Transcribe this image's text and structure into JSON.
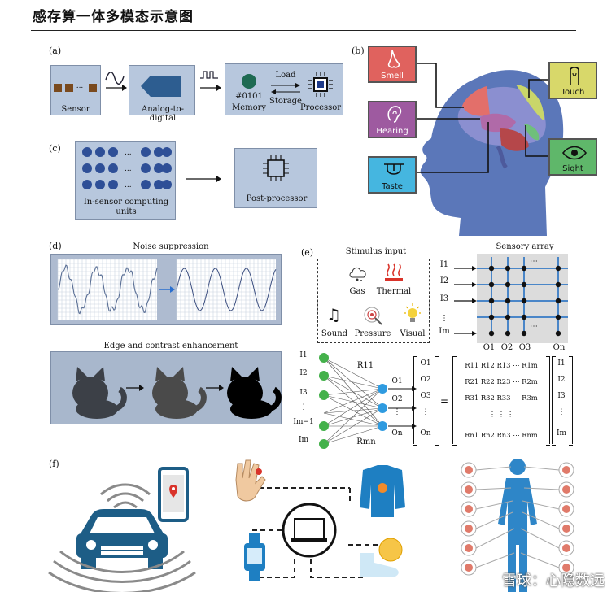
{
  "title": "感存算一体多模态示意图",
  "panels": {
    "a": {
      "label": "(a)",
      "sensor": "Sensor",
      "sensor_dots": "...",
      "adc": "Analog-to-digital",
      "code": "#0101",
      "memory": "Memory",
      "load": "Load",
      "storage": "Storage",
      "processor": "Processor"
    },
    "b": {
      "label": "(b)",
      "smell": "Smell",
      "hearing": "Hearing",
      "taste": "Taste",
      "touch": "Touch",
      "sight": "Sight"
    },
    "c": {
      "label": "(c)",
      "insensor": "In-sensor computing",
      "units": "units",
      "post": "Post-processor",
      "dots": "..."
    },
    "d": {
      "label": "(d)",
      "noise": "Noise suppression",
      "edge": "Edge and contrast enhancement"
    },
    "e": {
      "label": "(e)",
      "stimulus": "Stimulus input",
      "gas": "Gas",
      "thermal": "Thermal",
      "sound": "Sound",
      "pressure": "Pressure",
      "visual": "Visual",
      "sensory_array": "Sensory array",
      "inputs_I": [
        "I1",
        "I2",
        "I3",
        "⋮",
        "Im"
      ],
      "outputs_O": [
        "O1",
        "O2",
        "O3",
        "On"
      ],
      "net_inputs": [
        "I1",
        "I2",
        "I3",
        "⋮",
        "Im−1",
        "Im"
      ],
      "net_outputs": [
        "O1",
        "O2",
        "⋮",
        "On"
      ],
      "R11": "R11",
      "Rmn": "Rmn",
      "vec_O": [
        "O1",
        "O2",
        "O3",
        "⋮",
        "On"
      ],
      "eq": "=",
      "matrix_rows": [
        "R11 R12 R13 ⋯ R1m",
        "R21 R22 R23 ⋯ R2m",
        "R31 R32 R33 ⋯ R3m",
        "⋮   ⋮   ⋮",
        "Rn1 Rn2 Rn3 ⋯ Rnm"
      ],
      "vec_I": [
        "I1",
        "I2",
        "I3",
        "⋮",
        "Im"
      ]
    },
    "f": {
      "label": "(f)"
    }
  },
  "watermark": "雪球：心隐数远",
  "colors": {
    "panel": "#b7c7dd",
    "node_blue": "#2e4f97",
    "green": "#44b14b",
    "smell": "#e0625e",
    "hearing": "#9e5aa0",
    "taste": "#45b6e0",
    "touch": "#d8d86a",
    "sight": "#5fb76a",
    "head": "#5b77b9"
  }
}
